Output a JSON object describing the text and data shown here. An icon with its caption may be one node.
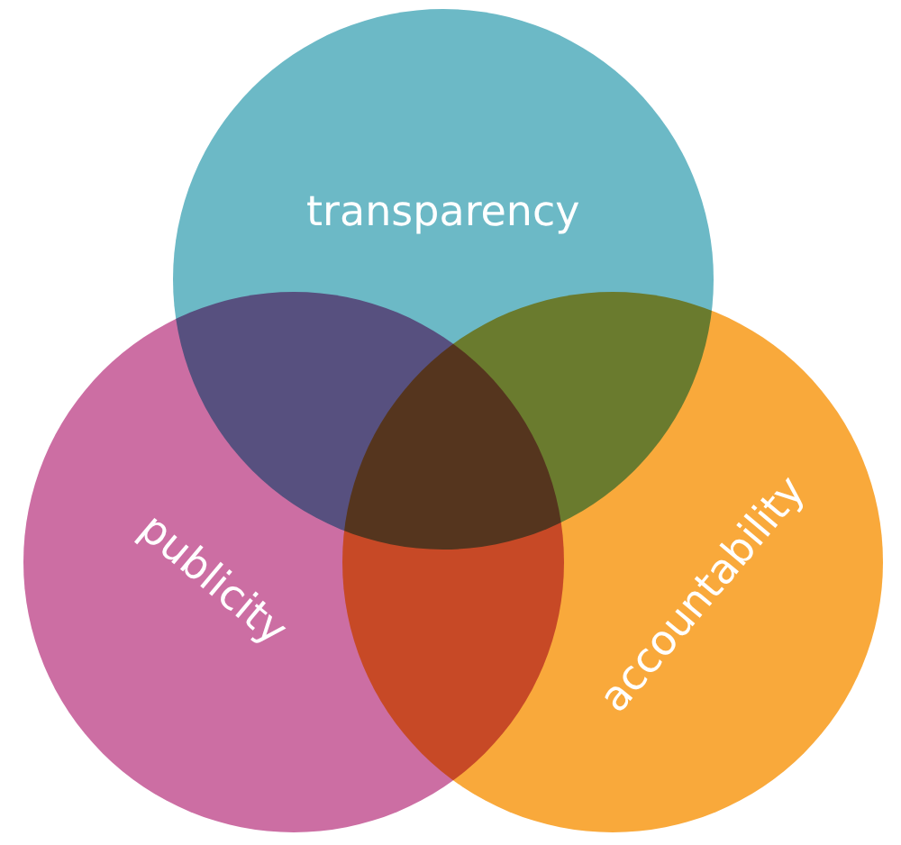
{
  "diagram": {
    "nodes": [
      {
        "text": [
          "transparency"
        ]
      },
      {
        "text": [
          "publicity"
        ]
      },
      {
        "text": [
          "accountability"
        ]
      }
    ]
  }
}
